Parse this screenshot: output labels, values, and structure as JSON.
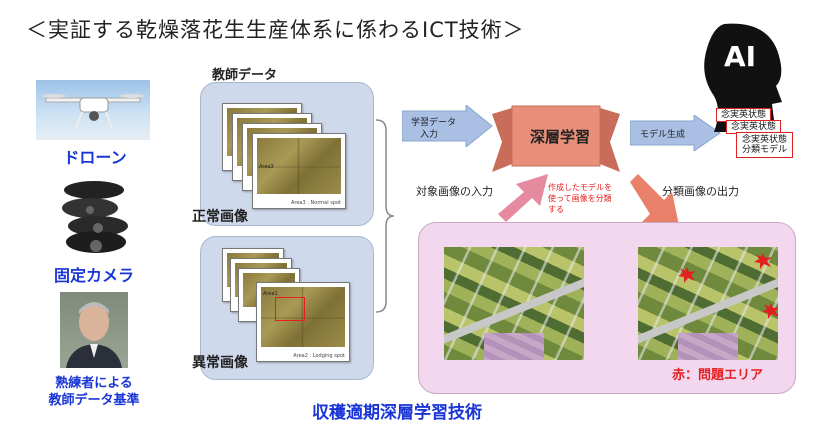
{
  "title": "＜実証する乾燥落花生生産体系に係わるICT技術＞",
  "left_items": {
    "drone": "ドローン",
    "fixed_camera": "固定カメラ",
    "expert_line1": "熟練者による",
    "expert_line2": "教師データ基準"
  },
  "teacher_data": {
    "header": "教師データ",
    "normal_label": "正常画像",
    "abnormal_label": "異常画像",
    "normal_cards": [
      {
        "area": "Area3",
        "caption": "Area3 : Normal spot"
      }
    ],
    "abnormal_cards": [
      {
        "area": "Area1",
        "caption": "Area2 : Lodging spot"
      }
    ]
  },
  "flow": {
    "input_arrow_line1": "学習データ",
    "input_arrow_line2": "入力",
    "deep_learning": "深層学習",
    "model_arrow": "モデル生成",
    "target_input": "対象画像の入力",
    "classify_output": "分類画像の出力",
    "red_note_line1": "作成したモデルを",
    "red_note_line2": "使って画像を分類",
    "red_note_line3": "する"
  },
  "ai": {
    "label": "AI",
    "cards": [
      "念実英状態",
      "念実英状態",
      "念実英状態",
      "分類モデル"
    ]
  },
  "bottom": {
    "problem_area": "赤：問題エリア",
    "technique": "収穫適期深層学習技術"
  },
  "colors": {
    "blue_text": "#1a36d6",
    "red_text": "#e51f1f",
    "arrow_blue": "#a9c0e4",
    "arrow_pink": "#e68aa0",
    "arrow_orange": "#e8806a",
    "dl_fill": "#e88f7a"
  }
}
